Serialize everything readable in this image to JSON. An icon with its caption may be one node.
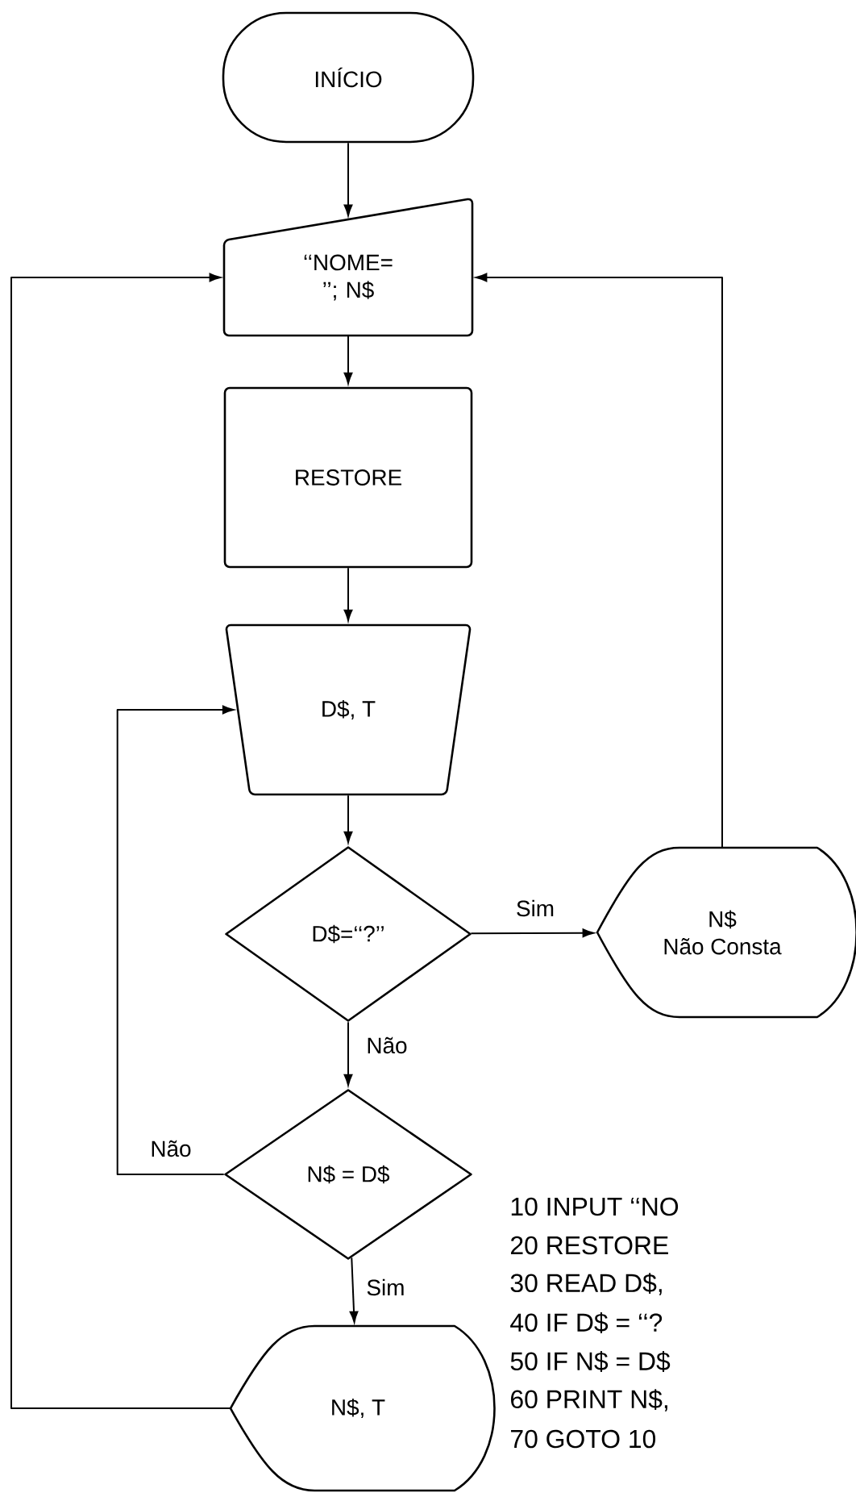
{
  "diagram": {
    "nodes": [
      {
        "text": [
          "INÍCIO"
        ]
      },
      {
        "text": [
          "‘‘NOME= ’’; N$"
        ]
      },
      {
        "text": [
          "RESTORE"
        ]
      },
      {
        "text": [
          "D$, T"
        ]
      },
      {
        "text": [
          "D$=‘‘?’’"
        ]
      },
      {
        "text": [
          "N$",
          "Não Consta"
        ]
      },
      {
        "text": [
          "N$ = D$"
        ]
      },
      {
        "text": [
          "N$, T"
        ]
      }
    ],
    "edges": [
      {
        "from": 0,
        "to": 1,
        "arrow": "to"
      },
      {
        "from": 1,
        "to": 2,
        "arrow": "to"
      },
      {
        "from": 2,
        "to": 3,
        "arrow": "to"
      },
      {
        "from": 3,
        "to": 4,
        "arrow": "to"
      },
      {
        "from": 4,
        "to": 5,
        "arrow": "to",
        "label": "Sim"
      },
      {
        "from": 4,
        "to": 6,
        "arrow": "to",
        "label": "Não"
      },
      {
        "from": 6,
        "to": 3,
        "arrow": "to",
        "label": "Não"
      },
      {
        "from": 6,
        "to": 7,
        "arrow": "to",
        "label": "Sim"
      },
      {
        "from": 7,
        "to": 1,
        "arrow": "to"
      },
      {
        "from": 5,
        "to": 1,
        "arrow": "to"
      }
    ],
    "labels": [
      "10 INPUT ‘‘NO",
      "20 RESTORE",
      "30 READ D$,",
      "40 IF D$ = ‘‘?",
      "50 IF N$ = D$",
      "60 PRINT N$,",
      "70 GOTO 10"
    ]
  }
}
